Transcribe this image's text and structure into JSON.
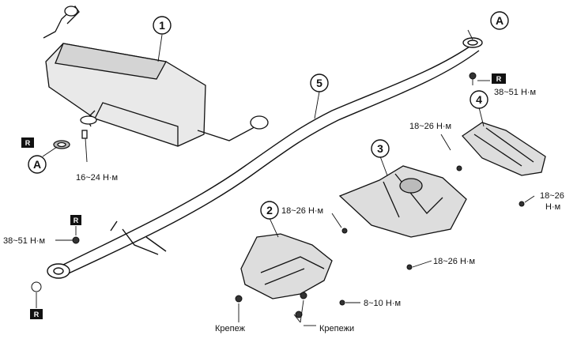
{
  "parts": [
    {
      "num": "1"
    },
    {
      "num": "2"
    },
    {
      "num": "3"
    },
    {
      "num": "4"
    },
    {
      "num": "5"
    }
  ],
  "connector_letter": "A",
  "replace_mark": "R",
  "torques": {
    "front_flange": "38~51 Н·м",
    "rear_flange": "38~51 Н·м",
    "hanger": "16~24 Н·м",
    "shield2_bolt": "18~26 Н·м",
    "shield3_bolt_right": "18~26 Н·м",
    "shield4_bolt_top": "18~26 Н·м",
    "shield4_bolt_right_line1": "18~26",
    "shield4_bolt_right_line2": "Н·м",
    "shield2_nut": "8~10 Н·м"
  },
  "fasteners": {
    "clip_single": "Крепеж",
    "clip_multi": "Крепежи"
  }
}
